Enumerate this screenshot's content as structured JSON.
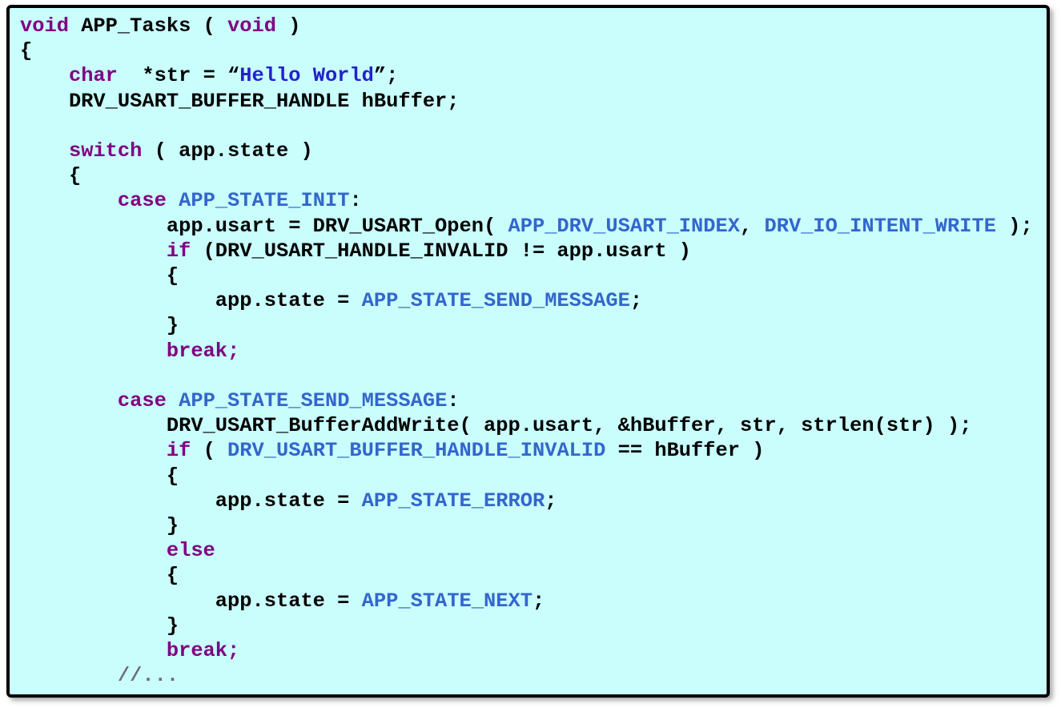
{
  "colors": {
    "panel_background": "#C9FEFD",
    "panel_border": "#000000",
    "keyword": "#800080",
    "identifier": "#3366CC",
    "string": "#2222CC",
    "plain": "#000000",
    "comment": "#6E6E6E"
  },
  "code": {
    "language": "c",
    "lines": [
      {
        "tokens": [
          [
            "keyword",
            "void"
          ],
          [
            "plain",
            " APP_Tasks ( "
          ],
          [
            "keyword",
            "void"
          ],
          [
            "plain",
            " )"
          ]
        ]
      },
      {
        "tokens": [
          [
            "plain",
            "{"
          ]
        ]
      },
      {
        "tokens": [
          [
            "plain",
            "    "
          ],
          [
            "keyword",
            "char"
          ],
          [
            "plain",
            "  *str = “"
          ],
          [
            "string",
            "Hello World"
          ],
          [
            "plain",
            "”;"
          ]
        ]
      },
      {
        "tokens": [
          [
            "plain",
            "    DRV_USART_BUFFER_HANDLE hBuffer;"
          ]
        ]
      },
      {
        "tokens": []
      },
      {
        "tokens": [
          [
            "plain",
            "    "
          ],
          [
            "keyword",
            "switch"
          ],
          [
            "plain",
            " ( app.state )"
          ]
        ]
      },
      {
        "tokens": [
          [
            "plain",
            "    {"
          ]
        ]
      },
      {
        "tokens": [
          [
            "plain",
            "        "
          ],
          [
            "keyword",
            "case"
          ],
          [
            "plain",
            " "
          ],
          [
            "identifier",
            "APP_STATE_INIT"
          ],
          [
            "plain",
            ":"
          ]
        ]
      },
      {
        "tokens": [
          [
            "plain",
            "            app.usart = DRV_USART_Open( "
          ],
          [
            "identifier",
            "APP_DRV_USART_INDEX"
          ],
          [
            "plain",
            ", "
          ],
          [
            "identifier",
            "DRV_IO_INTENT_WRITE"
          ],
          [
            "plain",
            " );"
          ]
        ]
      },
      {
        "tokens": [
          [
            "plain",
            "            "
          ],
          [
            "keyword",
            "if"
          ],
          [
            "plain",
            " (DRV_USART_HANDLE_INVALID != app.usart )"
          ]
        ]
      },
      {
        "tokens": [
          [
            "plain",
            "            {"
          ]
        ]
      },
      {
        "tokens": [
          [
            "plain",
            "                app.state = "
          ],
          [
            "identifier",
            "APP_STATE_SEND_MESSAGE"
          ],
          [
            "plain",
            ";"
          ]
        ]
      },
      {
        "tokens": [
          [
            "plain",
            "            }"
          ]
        ]
      },
      {
        "tokens": [
          [
            "plain",
            "            "
          ],
          [
            "keyword",
            "break;"
          ]
        ]
      },
      {
        "tokens": []
      },
      {
        "tokens": [
          [
            "plain",
            "        "
          ],
          [
            "keyword",
            "case"
          ],
          [
            "plain",
            " "
          ],
          [
            "identifier",
            "APP_STATE_SEND_MESSAGE"
          ],
          [
            "plain",
            ":"
          ]
        ]
      },
      {
        "tokens": [
          [
            "plain",
            "            DRV_USART_BufferAddWrite( app.usart, &hBuffer, str, strlen(str) );"
          ]
        ]
      },
      {
        "tokens": [
          [
            "plain",
            "            "
          ],
          [
            "keyword",
            "if"
          ],
          [
            "plain",
            " ( "
          ],
          [
            "identifier",
            "DRV_USART_BUFFER_HANDLE_INVALID"
          ],
          [
            "plain",
            " == hBuffer )"
          ]
        ]
      },
      {
        "tokens": [
          [
            "plain",
            "            {"
          ]
        ]
      },
      {
        "tokens": [
          [
            "plain",
            "                app.state = "
          ],
          [
            "identifier",
            "APP_STATE_ERROR"
          ],
          [
            "plain",
            ";"
          ]
        ]
      },
      {
        "tokens": [
          [
            "plain",
            "            }"
          ]
        ]
      },
      {
        "tokens": [
          [
            "plain",
            "            "
          ],
          [
            "keyword",
            "else"
          ]
        ]
      },
      {
        "tokens": [
          [
            "plain",
            "            {"
          ]
        ]
      },
      {
        "tokens": [
          [
            "plain",
            "                app.state = "
          ],
          [
            "identifier",
            "APP_STATE_NEXT"
          ],
          [
            "plain",
            ";"
          ]
        ]
      },
      {
        "tokens": [
          [
            "plain",
            "            }"
          ]
        ]
      },
      {
        "tokens": [
          [
            "plain",
            "            "
          ],
          [
            "keyword",
            "break;"
          ]
        ]
      },
      {
        "tokens": [
          [
            "plain",
            "        "
          ],
          [
            "comment",
            "//..."
          ]
        ]
      }
    ]
  }
}
